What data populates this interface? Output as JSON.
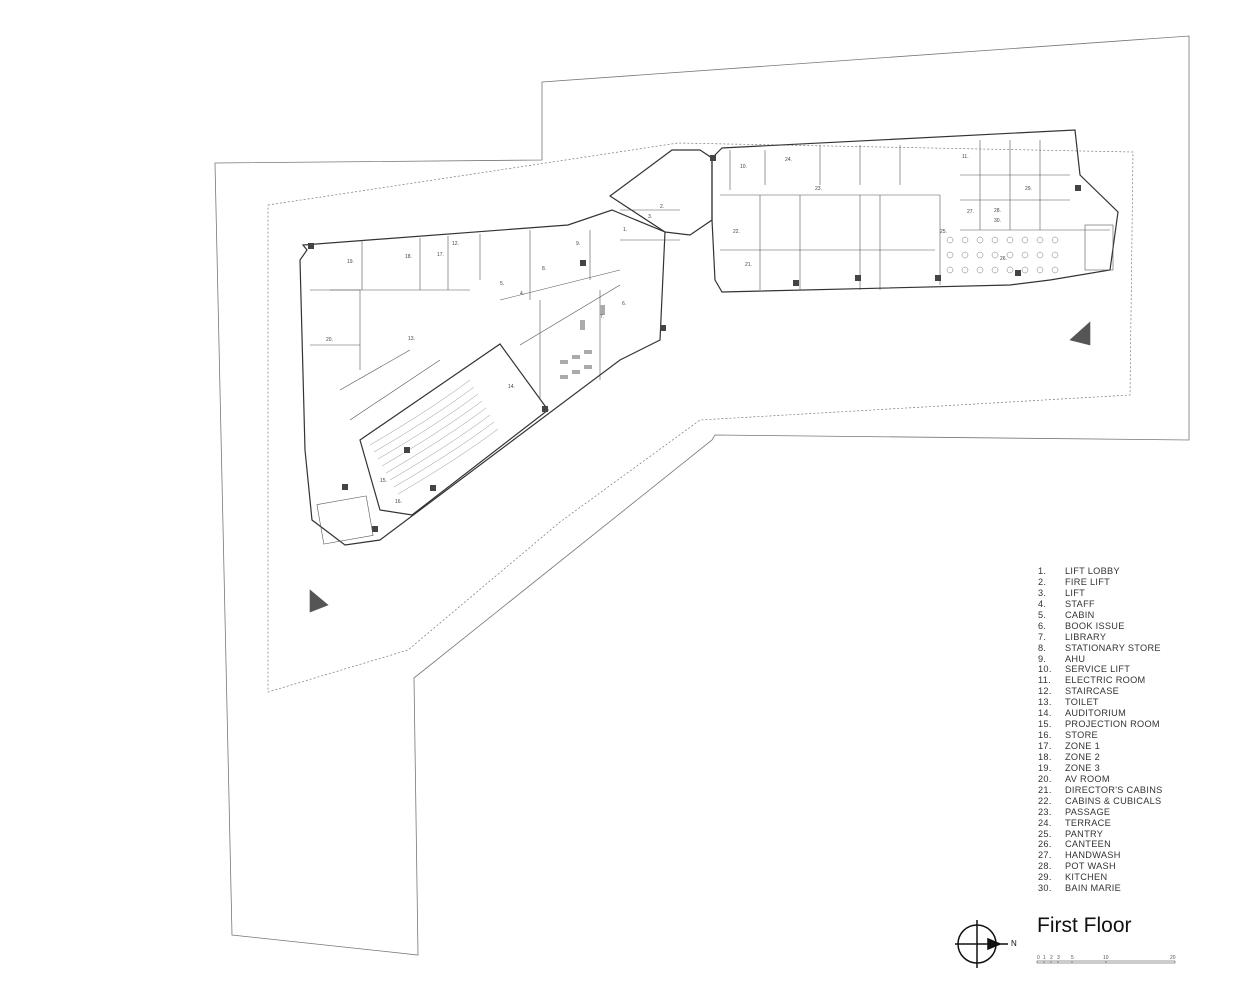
{
  "legend": [
    {
      "num": "1.",
      "label": "LIFT LOBBY"
    },
    {
      "num": "2.",
      "label": "FIRE LIFT"
    },
    {
      "num": "3.",
      "label": "LIFT"
    },
    {
      "num": "4.",
      "label": "STAFF"
    },
    {
      "num": "5.",
      "label": "CABIN"
    },
    {
      "num": "6.",
      "label": "BOOK ISSUE"
    },
    {
      "num": "7.",
      "label": "LIBRARY"
    },
    {
      "num": "8.",
      "label": "STATIONARY STORE"
    },
    {
      "num": "9.",
      "label": "AHU"
    },
    {
      "num": "10.",
      "label": "SERVICE LIFT"
    },
    {
      "num": "11.",
      "label": "ELECTRIC ROOM"
    },
    {
      "num": "12.",
      "label": "STAIRCASE"
    },
    {
      "num": "13.",
      "label": "TOILET"
    },
    {
      "num": "14.",
      "label": "AUDITORIUM"
    },
    {
      "num": "15.",
      "label": "PROJECTION ROOM"
    },
    {
      "num": "16.",
      "label": "STORE"
    },
    {
      "num": "17.",
      "label": "ZONE 1"
    },
    {
      "num": "18.",
      "label": "ZONE 2"
    },
    {
      "num": "19.",
      "label": "ZONE 3"
    },
    {
      "num": "20.",
      "label": "AV ROOM"
    },
    {
      "num": "21.",
      "label": "DIRECTOR'S CABINS"
    },
    {
      "num": "22.",
      "label": "CABINS & CUBICALS"
    },
    {
      "num": "23.",
      "label": "PASSAGE"
    },
    {
      "num": "24.",
      "label": "TERRACE"
    },
    {
      "num": "25.",
      "label": "PANTRY"
    },
    {
      "num": "26.",
      "label": "CANTEEN"
    },
    {
      "num": "27.",
      "label": "HANDWASH"
    },
    {
      "num": "28.",
      "label": "POT WASH"
    },
    {
      "num": "29.",
      "label": "KITCHEN"
    },
    {
      "num": "30.",
      "label": "BAIN MARIE"
    }
  ],
  "title": "First Floor",
  "north_label": "N",
  "scale_labels": [
    "0",
    "1",
    "2",
    "3",
    "5",
    "10",
    "20"
  ],
  "room_tags": [
    "1.",
    "2.",
    "3.",
    "4.",
    "5.",
    "6.",
    "7.",
    "8.",
    "9.",
    "10.",
    "11.",
    "12.",
    "13.",
    "14.",
    "15.",
    "16.",
    "17.",
    "18.",
    "19.",
    "20.",
    "21.",
    "22.",
    "23.",
    "24.",
    "25.",
    "26.",
    "27.",
    "28.",
    "29.",
    "30."
  ],
  "colors": {
    "line": "#333333",
    "wall": "#555555",
    "fill": "#e6e6e6"
  }
}
